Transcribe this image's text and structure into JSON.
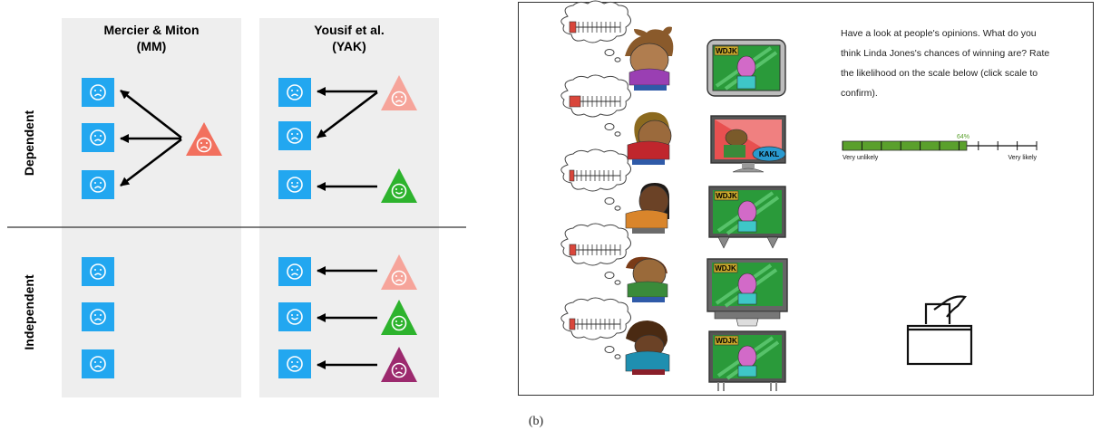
{
  "left_panel": {
    "col_mm_title": "Mercier & Miton",
    "col_mm_sub": "(MM)",
    "col_yak_title": "Yousif et al.",
    "col_yak_sub": "(YAK)",
    "row_dependent": "Dependent",
    "row_independent": "Independent"
  },
  "right_panel": {
    "instruction_lines": [
      "Have a look at people's opinions. What do you",
      "think Linda Jones's chances of winning are? Rate",
      "the likelihood on the scale below (click scale to",
      "confirm)."
    ],
    "slider_value_label": "64%",
    "slider_value": 0.64,
    "slider_left_label": "Very unlikely",
    "slider_right_label": "Very likely",
    "tv_channels": [
      "WDJK",
      "KAKL",
      "WDJK",
      "WDJK",
      "WDJK"
    ]
  },
  "caption": "(b)",
  "colors": {
    "panel_bg": "#eeeeee",
    "face_blue": "#22a7f0",
    "triangle_salmon_dark": "#f2705e",
    "triangle_salmon_light": "#f6a49a",
    "triangle_green": "#2db32d",
    "triangle_purple": "#9c2a6e",
    "slider_green": "#5aa02c"
  }
}
